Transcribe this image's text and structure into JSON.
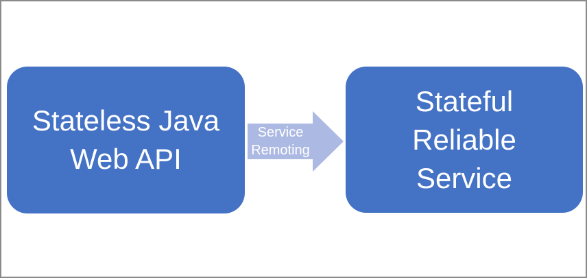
{
  "diagram": {
    "left_box": {
      "text": "Stateless Java\nWeb API"
    },
    "connector": {
      "label": "Service\nRemoting"
    },
    "right_box": {
      "text": "Stateful\nReliable\nService"
    }
  },
  "colors": {
    "box_fill": "#4472c4",
    "box_text": "#ffffff",
    "arrow_fill": "#acb9e3",
    "arrow_label_text": "#ffffff",
    "canvas_background": "#ffffff",
    "canvas_border": "#8a8a8a"
  }
}
